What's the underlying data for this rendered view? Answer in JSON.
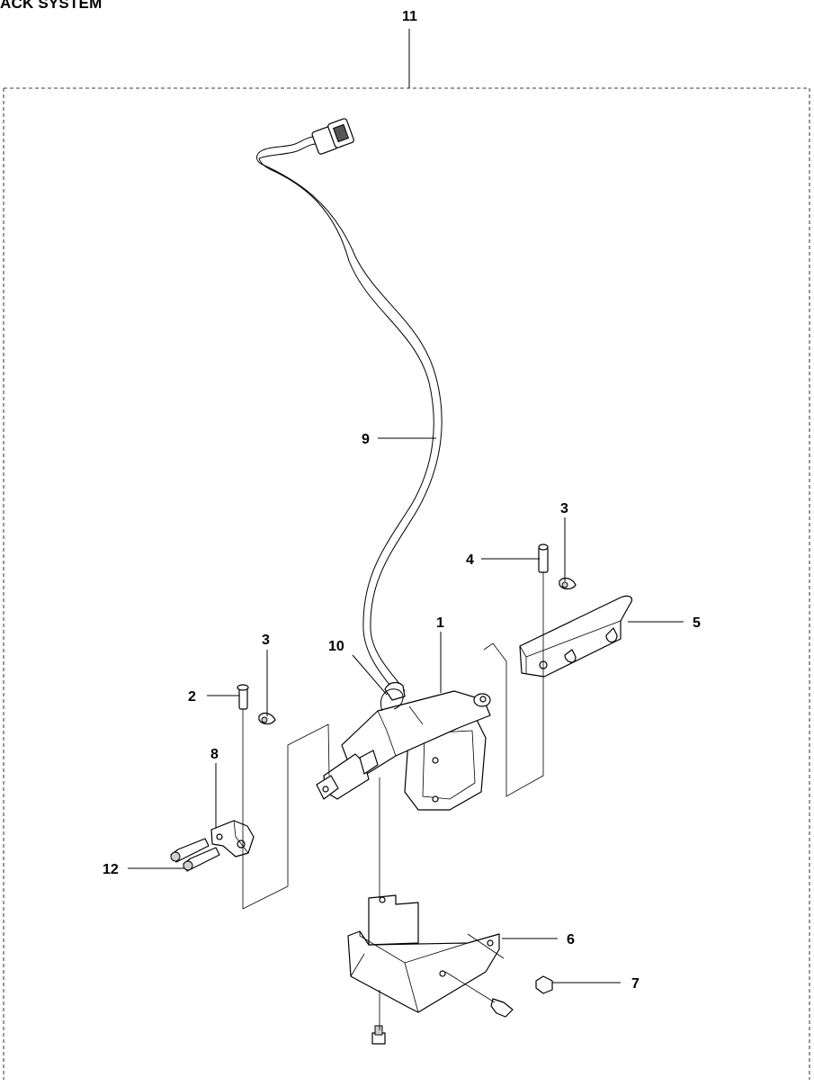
{
  "header": {
    "title": "ACK SYSTEM"
  },
  "diagram": {
    "callouts": {
      "c1": "1",
      "c2": "2",
      "c3a": "3",
      "c3b": "3",
      "c4": "4",
      "c5": "5",
      "c6": "6",
      "c7": "7",
      "c8": "8",
      "c9": "9",
      "c10": "10",
      "c11": "11",
      "c12": "12"
    }
  }
}
